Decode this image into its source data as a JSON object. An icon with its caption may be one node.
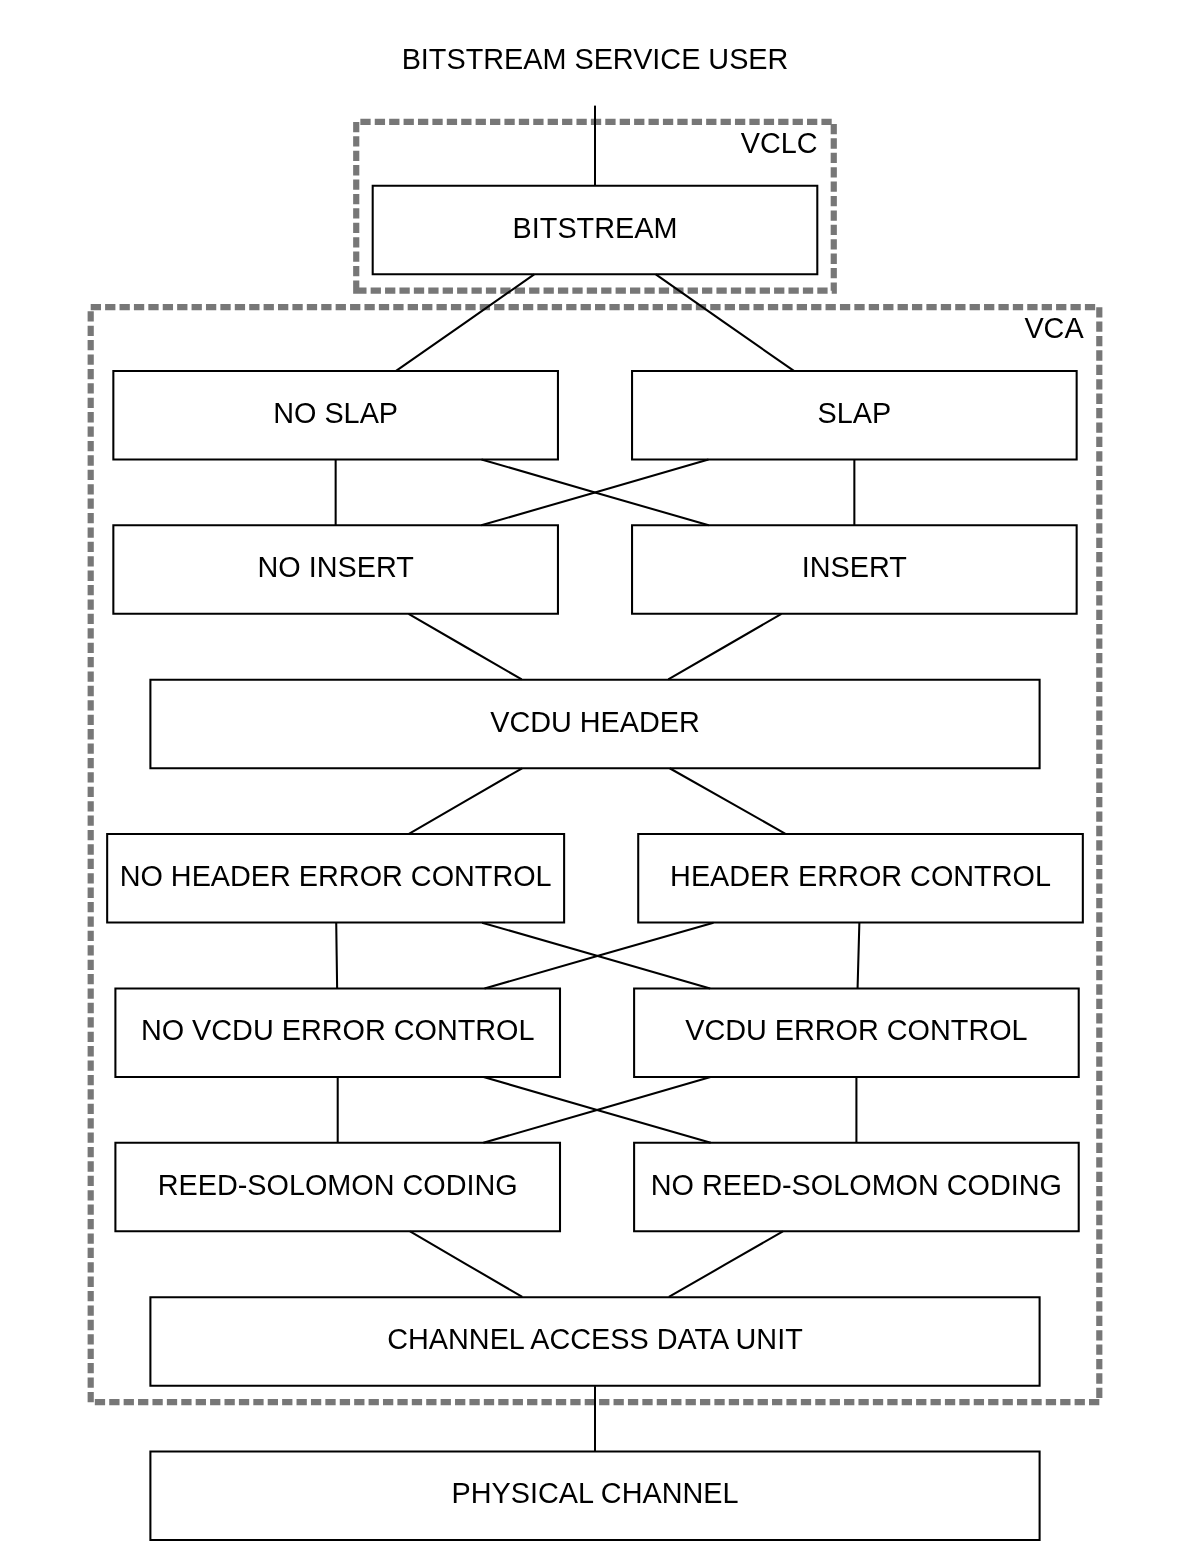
{
  "diagram": {
    "nodes": [
      {
        "text": [
          "BITSTREAM SERVICE USER"
        ]
      },
      {
        "text": [
          "VCLC"
        ]
      },
      {
        "text": [
          "BITSTREAM"
        ],
        "in": 1
      },
      {
        "text": [
          "VCA"
        ]
      },
      {
        "text": [
          "SLAP"
        ],
        "in": 3
      },
      {
        "text": [
          "NO SLAP"
        ],
        "in": 3
      },
      {
        "text": [
          "NO INSERT"
        ],
        "in": 3
      },
      {
        "text": [
          "INSERT"
        ],
        "in": 3
      },
      {
        "text": [
          "VCDU HEADER"
        ],
        "in": 3
      },
      {
        "text": [
          "NO HEADER ERROR CONTROL"
        ],
        "in": 3
      },
      {
        "text": [
          "HEADER ERROR CONTROL"
        ],
        "in": 3
      },
      {
        "text": [
          "NO VCDU ERROR CONTROL"
        ],
        "in": 3
      },
      {
        "text": [
          "VCDU ERROR CONTROL"
        ],
        "in": 3
      },
      {
        "text": [
          "REED-SOLOMON CODING"
        ],
        "in": 3
      },
      {
        "text": [
          "NO REED-SOLOMON CODING"
        ],
        "in": 3
      },
      {
        "text": [
          "CHANNEL ACCESS DATA UNIT"
        ],
        "in": 3
      },
      {
        "text": [
          "PHYSICAL CHANNEL"
        ]
      }
    ],
    "edges": [
      {
        "from": 0,
        "to": 2,
        "arrow": "none"
      },
      {
        "from": 2,
        "to": 4,
        "arrow": "none"
      },
      {
        "from": 2,
        "to": 5,
        "arrow": "none"
      },
      {
        "from": 4,
        "to": 6,
        "arrow": "none"
      },
      {
        "from": 4,
        "to": 7,
        "arrow": "none"
      },
      {
        "from": 5,
        "to": 6,
        "arrow": "none"
      },
      {
        "from": 5,
        "to": 7,
        "arrow": "none"
      },
      {
        "from": 6,
        "to": 8,
        "arrow": "none"
      },
      {
        "from": 7,
        "to": 8,
        "arrow": "none"
      },
      {
        "from": 8,
        "to": 9,
        "arrow": "none"
      },
      {
        "from": 8,
        "to": 10,
        "arrow": "none"
      },
      {
        "from": 9,
        "to": 11,
        "arrow": "none"
      },
      {
        "from": 9,
        "to": 12,
        "arrow": "none"
      },
      {
        "from": 10,
        "to": 11,
        "arrow": "none"
      },
      {
        "from": 10,
        "to": 12,
        "arrow": "none"
      },
      {
        "from": 11,
        "to": 13,
        "arrow": "none"
      },
      {
        "from": 11,
        "to": 14,
        "arrow": "none"
      },
      {
        "from": 12,
        "to": 13,
        "arrow": "none"
      },
      {
        "from": 12,
        "to": 14,
        "arrow": "none"
      },
      {
        "from": 13,
        "to": 15,
        "arrow": "none"
      },
      {
        "from": 14,
        "to": 15,
        "arrow": "none"
      },
      {
        "from": 15,
        "to": 16,
        "arrow": "none"
      }
    ]
  }
}
